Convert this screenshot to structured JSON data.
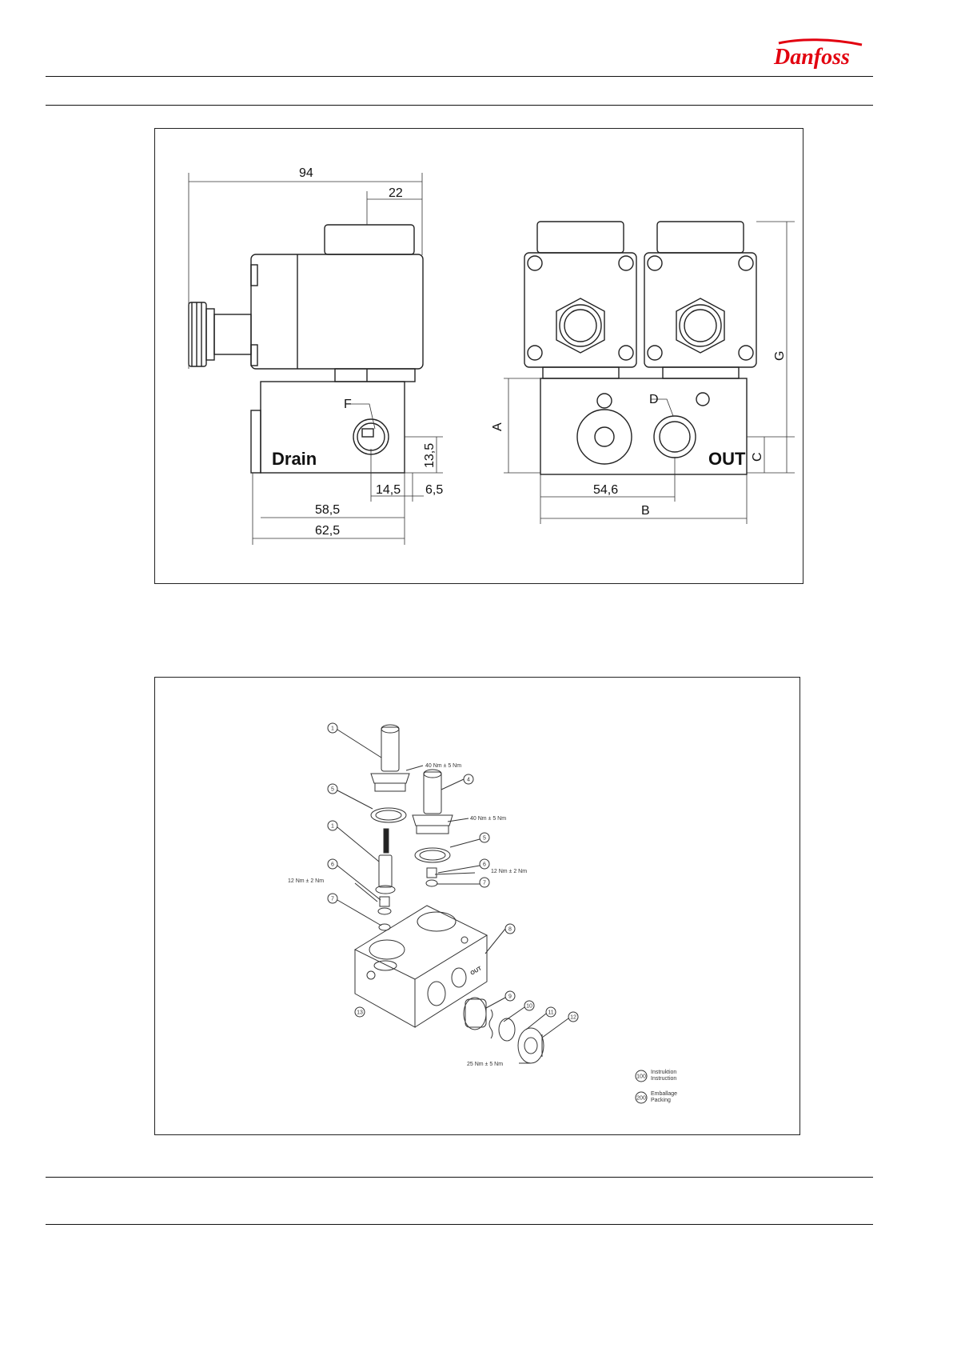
{
  "header": {
    "brand": "Danfoss",
    "brand_color": "#e2000f"
  },
  "drawing_top": {
    "dims": {
      "d94": "94",
      "d22": "22",
      "d13_5": "13,5",
      "d14_5": "14,5",
      "d6_5": "6,5",
      "d58_5": "58,5",
      "d62_5": "62,5",
      "d54_6": "54,6",
      "dA": "A",
      "dB": "B",
      "dC": "C",
      "dG": "G",
      "dD": "D",
      "dF": "F"
    },
    "port_labels": {
      "drain": "Drain",
      "out": "OUT"
    }
  },
  "drawing_bottom": {
    "callouts": [
      "1",
      "5",
      "1",
      "6",
      "7",
      "4",
      "5",
      "6",
      "7",
      "8",
      "9",
      "10",
      "11",
      "12",
      "13"
    ],
    "torques": {
      "t1": "40 Nm ± 5 Nm",
      "t2": "40 Nm ± 5 Nm",
      "t3": "12 Nm ± 2 Nm",
      "t4": "12 Nm ± 2 Nm",
      "t5": "25 Nm ± 5 Nm"
    },
    "block_labels": {
      "out": "OUT"
    },
    "legend": [
      {
        "code": "100",
        "line1": "Instruktion",
        "line2": "Instruction"
      },
      {
        "code": "200",
        "line1": "Emballage",
        "line2": "Packing"
      }
    ]
  }
}
